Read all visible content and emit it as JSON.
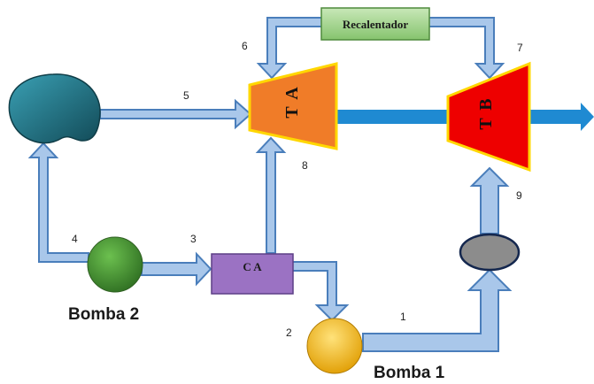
{
  "labels": {
    "reheater": "Recalentador",
    "hp_turbine": "T A",
    "lp_turbine": "T B",
    "heater": "C A",
    "pump_2": "Bomba 2",
    "pump_1": "Bomba 1"
  },
  "state_points": [
    "1",
    "2",
    "3",
    "4",
    "5",
    "6",
    "7",
    "8",
    "9"
  ],
  "colors": {
    "pipe_fill": "#a9c7ea",
    "pipe_stroke": "#4a7ebb",
    "shaft": "#1f8ad2",
    "boiler": "#1e6e7e",
    "reheater": "#9bcf8a",
    "hp_turbine": "#f07c28",
    "lp_turbine": "#ee0000",
    "turbine_border": "#ffd700",
    "heater": "#9b72c3",
    "pump_2": "#4f9a3b",
    "pump_1": "#f3bc1f",
    "condenser_unit": "#8c8c8c"
  }
}
